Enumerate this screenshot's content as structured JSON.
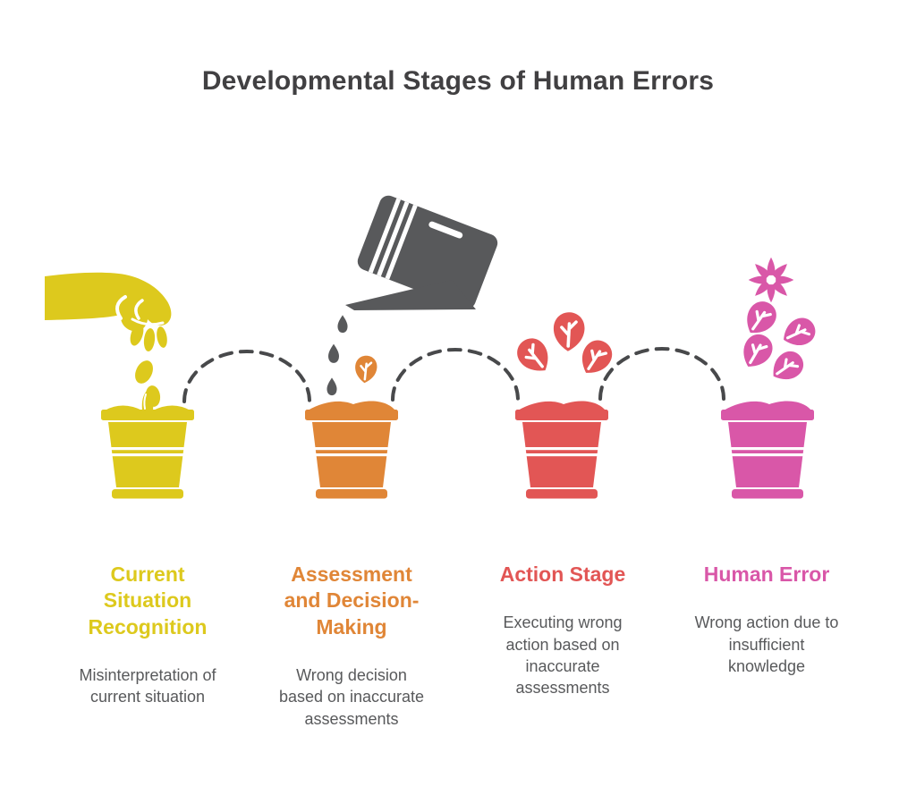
{
  "title": "Developmental Stages of Human Errors",
  "colors": {
    "title_text": "#414042",
    "body_text": "#58595b",
    "connector": "#48494b",
    "icon_gray": "#58595b",
    "stage1": "#ddc91d",
    "stage2": "#e08637",
    "stage3": "#e25655",
    "stage4": "#d957a8"
  },
  "icons": {
    "stage1": "hand-dropping-seed-icon",
    "stage2": "watering-can-icon",
    "stage3": "sprouting-leaves-icon",
    "stage4": "blooming-flower-icon",
    "shared": "flower-pot-icon",
    "connector": "dashed-arc-connector"
  },
  "stages": [
    {
      "id": "stage-1",
      "title_lines": [
        "Current",
        "Situation",
        "Recognition"
      ],
      "description_lines": [
        "Misinterpretation of",
        "current situation"
      ]
    },
    {
      "id": "stage-2",
      "title_lines": [
        "Assessment",
        "and Decision-",
        "Making"
      ],
      "description_lines": [
        "Wrong decision",
        "based on inaccurate",
        "assessments"
      ]
    },
    {
      "id": "stage-3",
      "title_lines": [
        "Action Stage"
      ],
      "description_lines": [
        "Executing wrong",
        "action based on",
        "inaccurate",
        "assessments"
      ]
    },
    {
      "id": "stage-4",
      "title_lines": [
        "Human Error"
      ],
      "description_lines": [
        "Wrong action due to",
        "insufficient",
        "knowledge"
      ]
    }
  ]
}
